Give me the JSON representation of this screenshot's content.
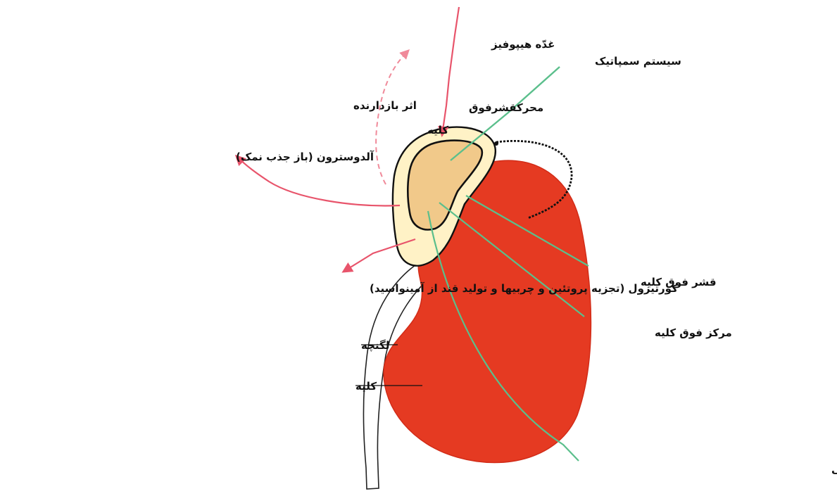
{
  "colors": {
    "kidney": "#e53a22",
    "kidney_outline": "#d22c18",
    "adrenal_cortex": "#fff2c6",
    "adrenal_medulla": "#f1c98a",
    "adrenal_outline": "#111111",
    "ureter_fill": "#ffffff",
    "ureter_outline": "#222222",
    "hormone_arrow": "#e8546b",
    "inhibition_arrow": "#f08a9a",
    "nerve_line": "#5bbf8c",
    "feedback_arc": "#111111",
    "pointer_line": "#111111"
  },
  "icons": {
    "hormone": "arrow-icon",
    "nerve": "line-icon"
  },
  "labels": {
    "pituitary": "غدّه هیپوفیز",
    "sympathetic": "سیستم سمپاتیک",
    "inhibitory_effect": "اثر بازدارنده",
    "acth_line1": "محرکقشرفوق",
    "acth_line2": "کلیه",
    "aldosterone": "آلدوسترون (باز جذب نمک)",
    "cortisol": "کورتیزول (تجزیه پروتئین و چربیها و تولید قند از آمینواسید)",
    "adrenal_cortex": "قشر فوق کلیه",
    "adrenal_medulla": "مرکز فوق کلیه",
    "renal_pelvis": "لگنچه",
    "kidney": "کلیه",
    "adrenaline": "آدرنالین، آزاد ساختن گلوکز و واکنشهای تهاجمی"
  }
}
